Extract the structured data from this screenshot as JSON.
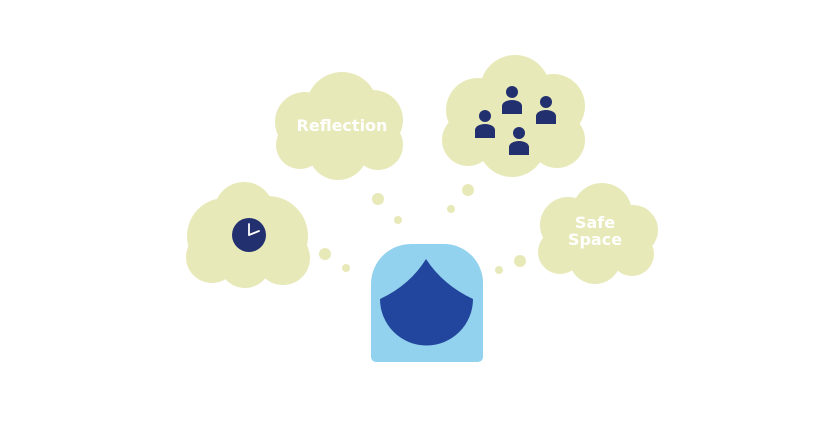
{
  "clouds": {
    "reflection": {
      "label": "Reflection"
    },
    "safe_space": {
      "line1": "Safe",
      "line2": "Space"
    },
    "time": {
      "icon": "clock-icon"
    },
    "community": {
      "icon": "people-group-icon"
    }
  },
  "center": {
    "icon": "shelter-dome-icon"
  },
  "colors": {
    "cloud": "#e8e9b9",
    "navy": "#23306f",
    "dome_blue": "#22469d",
    "shelter_light": "#92d2ee"
  }
}
